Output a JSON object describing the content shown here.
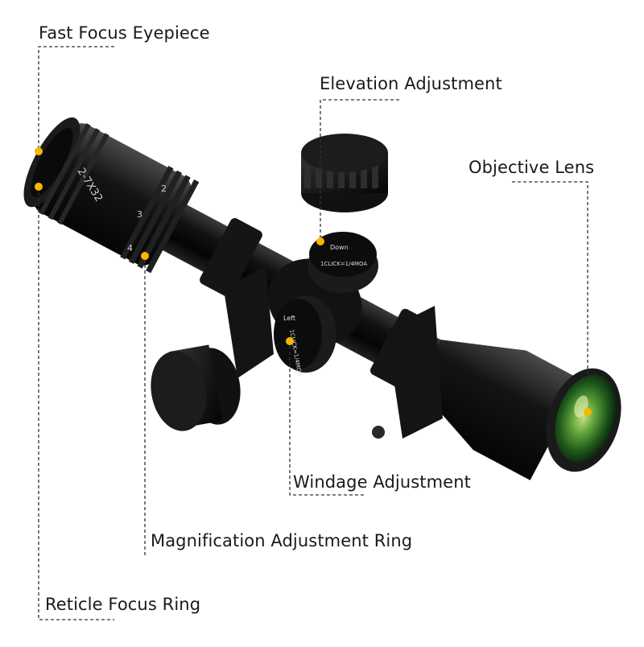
{
  "labels": {
    "fast_focus_eyepiece": "Fast Focus Eyepiece",
    "elevation_adjustment": "Elevation Adjustment",
    "objective_lens": "Objective Lens",
    "windage_adjustment": "Windage Adjustment",
    "magnification_adjustment_ring": "Magnification Adjustment Ring",
    "reticle_focus_ring": "Reticle Focus Ring"
  },
  "scope_markings": {
    "model": "2-7X32",
    "mag_2": "2",
    "mag_3": "3",
    "mag_4": "4",
    "elevation_dir": "Down",
    "elevation_click": "1CLICK=1/4MOA",
    "windage_dir": "Left",
    "windage_click": "1CLICK=1/4MOA"
  },
  "colors": {
    "marker": "#f5b800",
    "leader": "#333333",
    "scope": "#0d0d0d"
  }
}
